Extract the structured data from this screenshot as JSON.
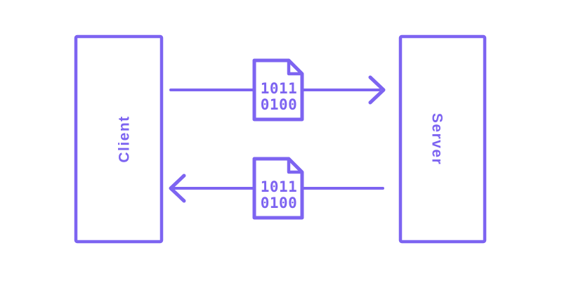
{
  "diagram": {
    "background_color": "#ffffff",
    "accent_color": "#7d64f1",
    "client": {
      "label": "Client"
    },
    "server": {
      "label": "Server"
    },
    "request_message": {
      "direction": "client-to-server",
      "document_line1": "1011",
      "document_line2": "0100"
    },
    "response_message": {
      "direction": "server-to-client",
      "document_line1": "1011",
      "document_line2": "0100"
    }
  }
}
